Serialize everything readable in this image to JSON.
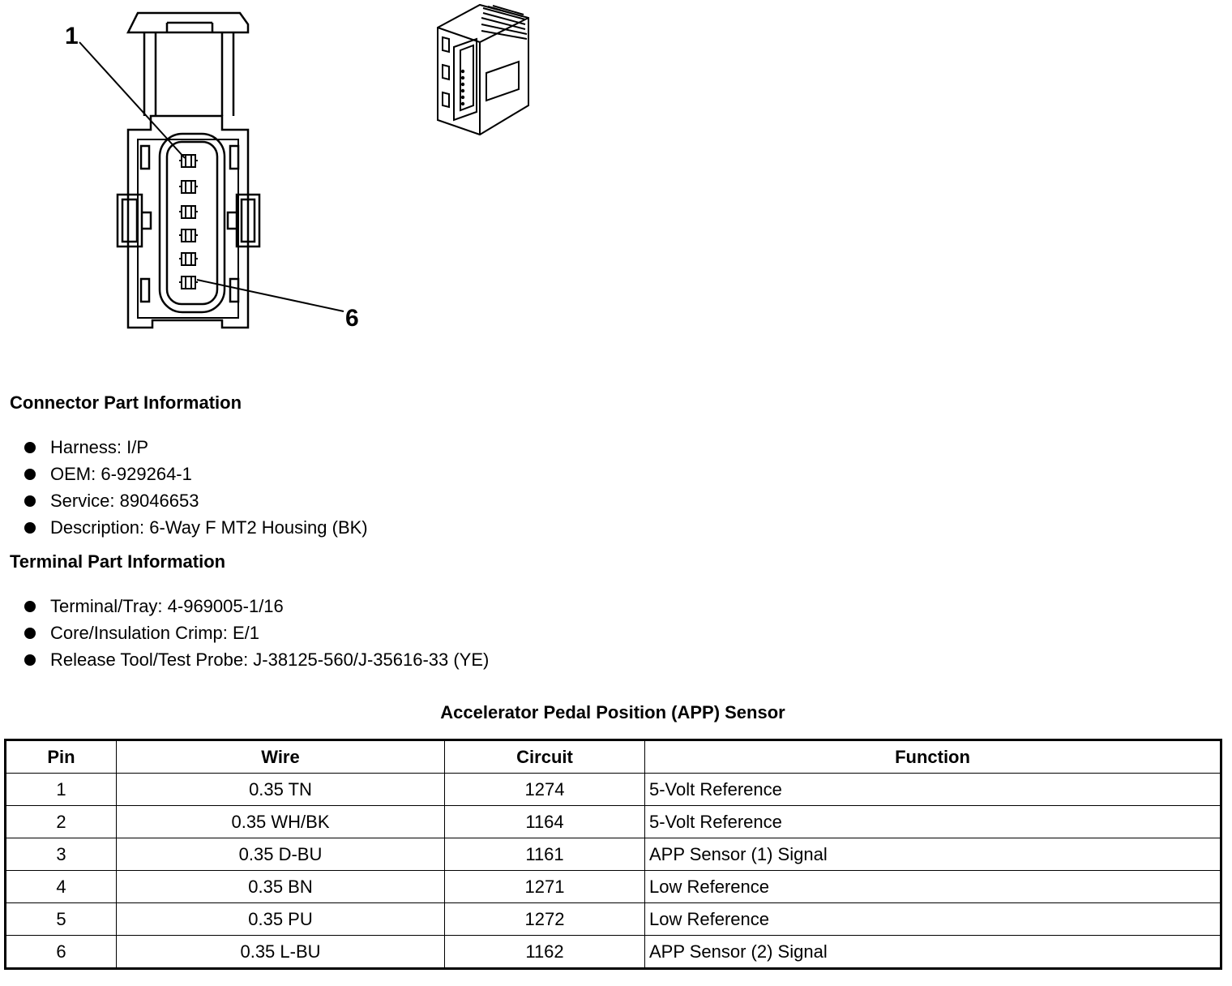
{
  "diagram": {
    "callout_first": "1",
    "callout_last": "6"
  },
  "connector_section": {
    "title": "Connector Part Information",
    "items": [
      "Harness: I/P",
      "OEM: 6-929264-1",
      "Service: 89046653",
      "Description: 6-Way F MT2 Housing (BK)"
    ]
  },
  "terminal_section": {
    "title": "Terminal Part Information",
    "items": [
      "Terminal/Tray: 4-969005-1/16",
      "Core/Insulation Crimp: E/1",
      "Release Tool/Test Probe: J-38125-560/J-35616-33 (YE)"
    ]
  },
  "table": {
    "title": "Accelerator Pedal Position (APP) Sensor",
    "headers": [
      "Pin",
      "Wire",
      "Circuit",
      "Function"
    ],
    "rows": [
      [
        "1",
        "0.35 TN",
        "1274",
        "5-Volt Reference"
      ],
      [
        "2",
        "0.35 WH/BK",
        "1164",
        "5-Volt Reference"
      ],
      [
        "3",
        "0.35 D-BU",
        "1161",
        "APP Sensor (1) Signal"
      ],
      [
        "4",
        "0.35 BN",
        "1271",
        "Low Reference"
      ],
      [
        "5",
        "0.35 PU",
        "1272",
        "Low Reference"
      ],
      [
        "6",
        "0.35 L-BU",
        "1162",
        "APP Sensor (2) Signal"
      ]
    ]
  }
}
